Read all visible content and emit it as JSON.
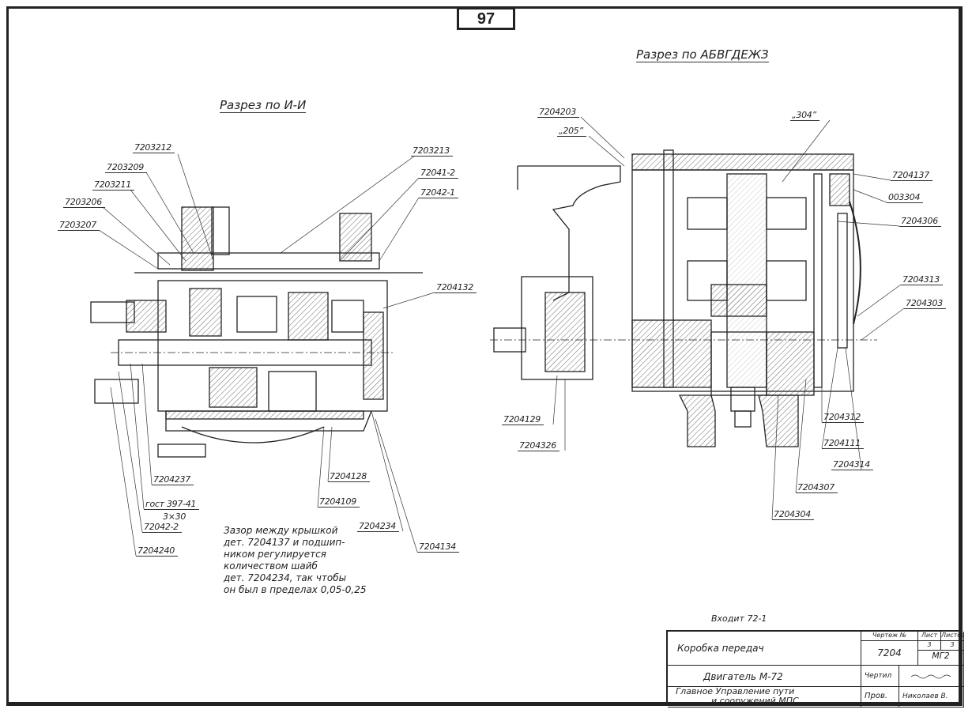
{
  "page_number": "97",
  "left_view": {
    "title": "Разрез по И-И",
    "labels": [
      "7203212",
      "7203209",
      "7203211",
      "7203206",
      "7203207",
      "7203213",
      "72041-2",
      "72042-1",
      "7204132",
      "7204237",
      "гост 397-41",
      "3×30",
      "72042-2",
      "7204240",
      "7204128",
      "7204109",
      "7204234",
      "7204134"
    ],
    "note_lines": [
      "Зазор между крышкой",
      "дет. 7204137 и подшип-",
      "ником регулируется",
      "количеством шайб",
      "дет. 7204234, так чтобы",
      "он был в пределах 0,05-0,25"
    ]
  },
  "right_view": {
    "title": "Разрез по АБВГДЕЖЗ",
    "labels": [
      "7204203",
      "„205”",
      "„304”",
      "7204137",
      "003304",
      "7204306",
      "7204313",
      "7204303",
      "7204129",
      "7204326",
      "7204312",
      "7204111",
      "7204314",
      "7204307",
      "7204304"
    ]
  },
  "title_block": {
    "enters": "Входит 72-1",
    "name": "Коробка передач",
    "drawing_no_label": "Чертеж №",
    "drawing_no": "7204",
    "sheet_label": "Лист",
    "sheets_label": "Листов",
    "sheet": "3",
    "sheets": "3",
    "org_code": "МГ2",
    "product": "Двигатель М-72",
    "org_line1": "Главное Управление пути",
    "org_line2": "и сооружений МПС",
    "drew_label": "Чертил",
    "drew_sign": "signature",
    "checked_label": "Пров.",
    "checked_name": "Николаев В."
  }
}
